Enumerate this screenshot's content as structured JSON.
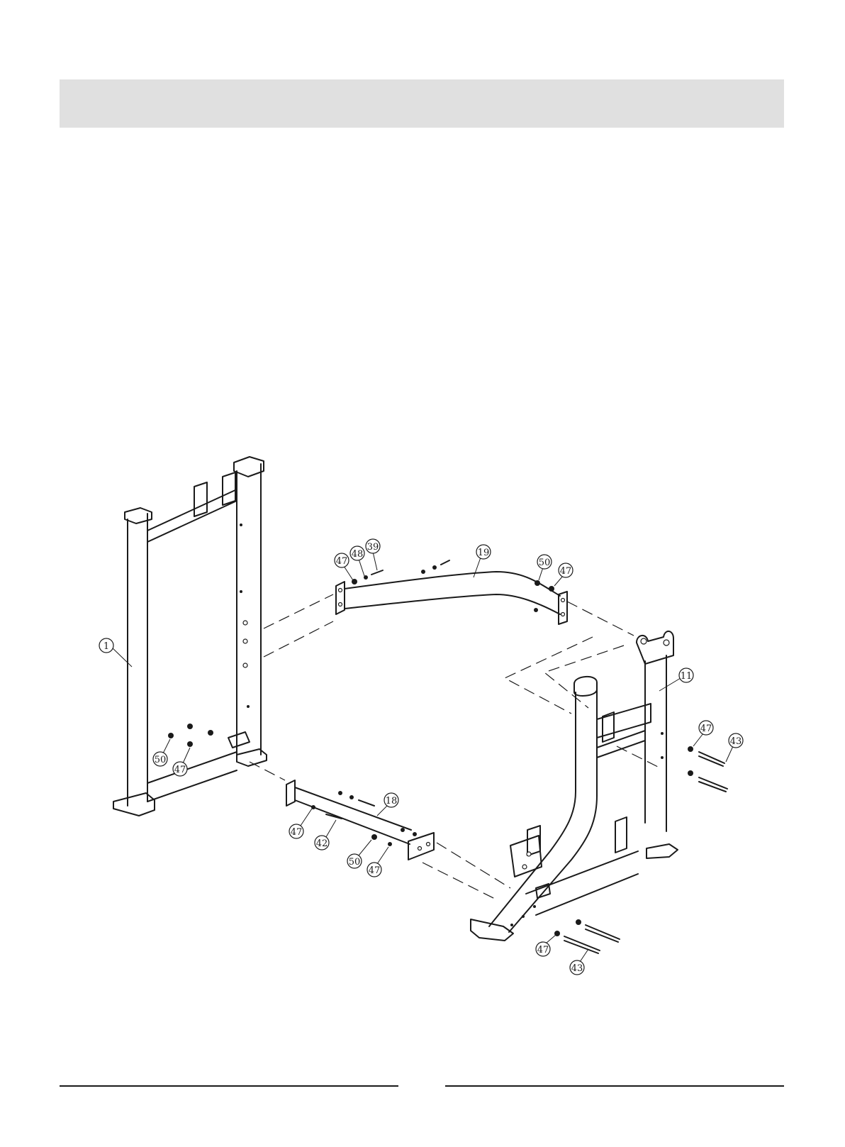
{
  "header": {
    "background": "#e0e0e0"
  },
  "diagram": {
    "callouts": [
      {
        "id": "c1",
        "label": "1"
      },
      {
        "id": "c19",
        "label": "19"
      },
      {
        "id": "c47a",
        "label": "47"
      },
      {
        "id": "c48",
        "label": "48"
      },
      {
        "id": "c39",
        "label": "39"
      },
      {
        "id": "c50a",
        "label": "50"
      },
      {
        "id": "c47b",
        "label": "47"
      },
      {
        "id": "c11",
        "label": "11"
      },
      {
        "id": "c47c",
        "label": "47"
      },
      {
        "id": "c43a",
        "label": "43"
      },
      {
        "id": "c50b",
        "label": "50"
      },
      {
        "id": "c47d",
        "label": "47"
      },
      {
        "id": "c18",
        "label": "18"
      },
      {
        "id": "c47e",
        "label": "47"
      },
      {
        "id": "c42",
        "label": "42"
      },
      {
        "id": "c50c",
        "label": "50"
      },
      {
        "id": "c47f",
        "label": "47"
      },
      {
        "id": "c47g",
        "label": "47"
      },
      {
        "id": "c43b",
        "label": "43"
      }
    ]
  }
}
